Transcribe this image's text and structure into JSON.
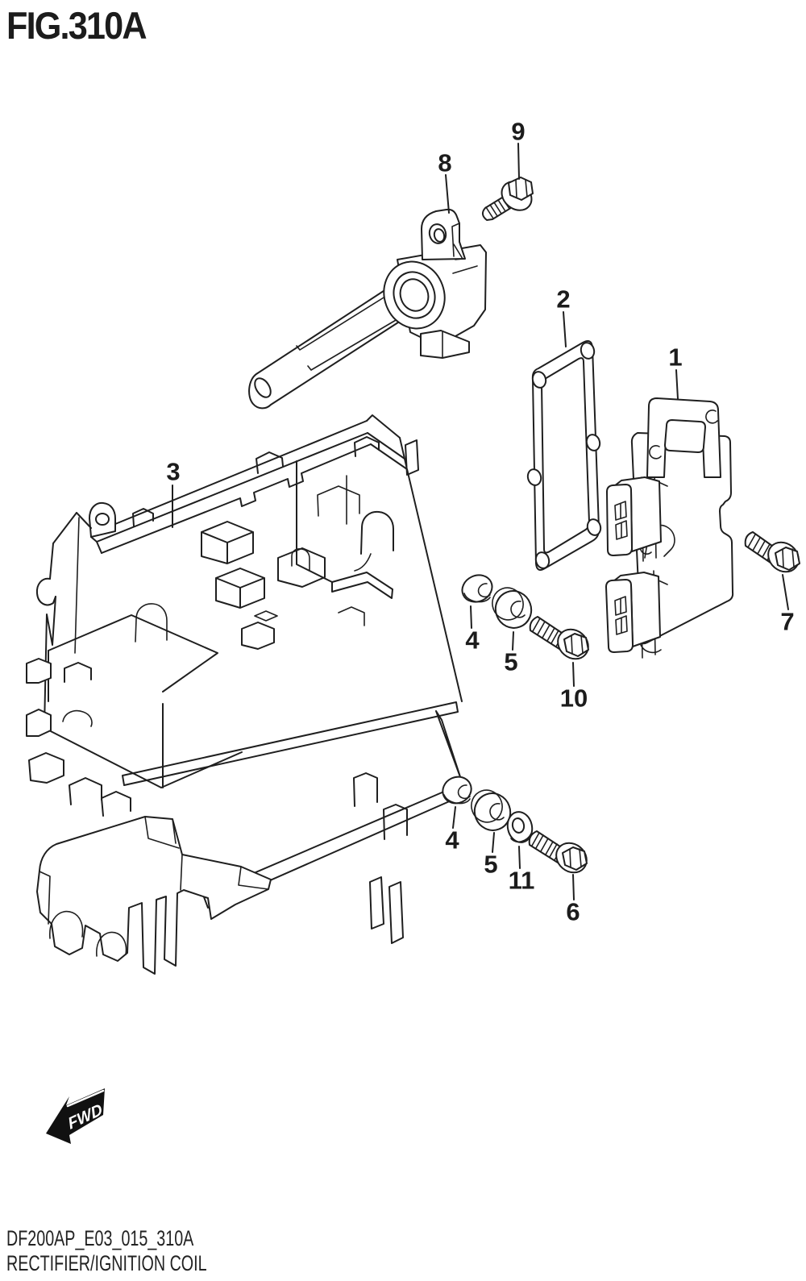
{
  "figure": {
    "title": "FIG.310A",
    "code": "DF200AP_E03_015_310A",
    "caption": "RECTIFIER/IGNITION COIL",
    "fwd_label": "FWD"
  },
  "colors": {
    "line": "#1f1f1f",
    "background": "#ffffff",
    "fwd_arrow_fill": "#111111",
    "fwd_arrow_text": "#ffffff"
  },
  "callouts": [
    {
      "ref": "1"
    },
    {
      "ref": "2"
    },
    {
      "ref": "3"
    },
    {
      "ref": "4"
    },
    {
      "ref": "5"
    },
    {
      "ref": "10"
    },
    {
      "ref": "4"
    },
    {
      "ref": "5"
    },
    {
      "ref": "11"
    },
    {
      "ref": "6"
    },
    {
      "ref": "7"
    },
    {
      "ref": "8"
    },
    {
      "ref": "9"
    }
  ]
}
